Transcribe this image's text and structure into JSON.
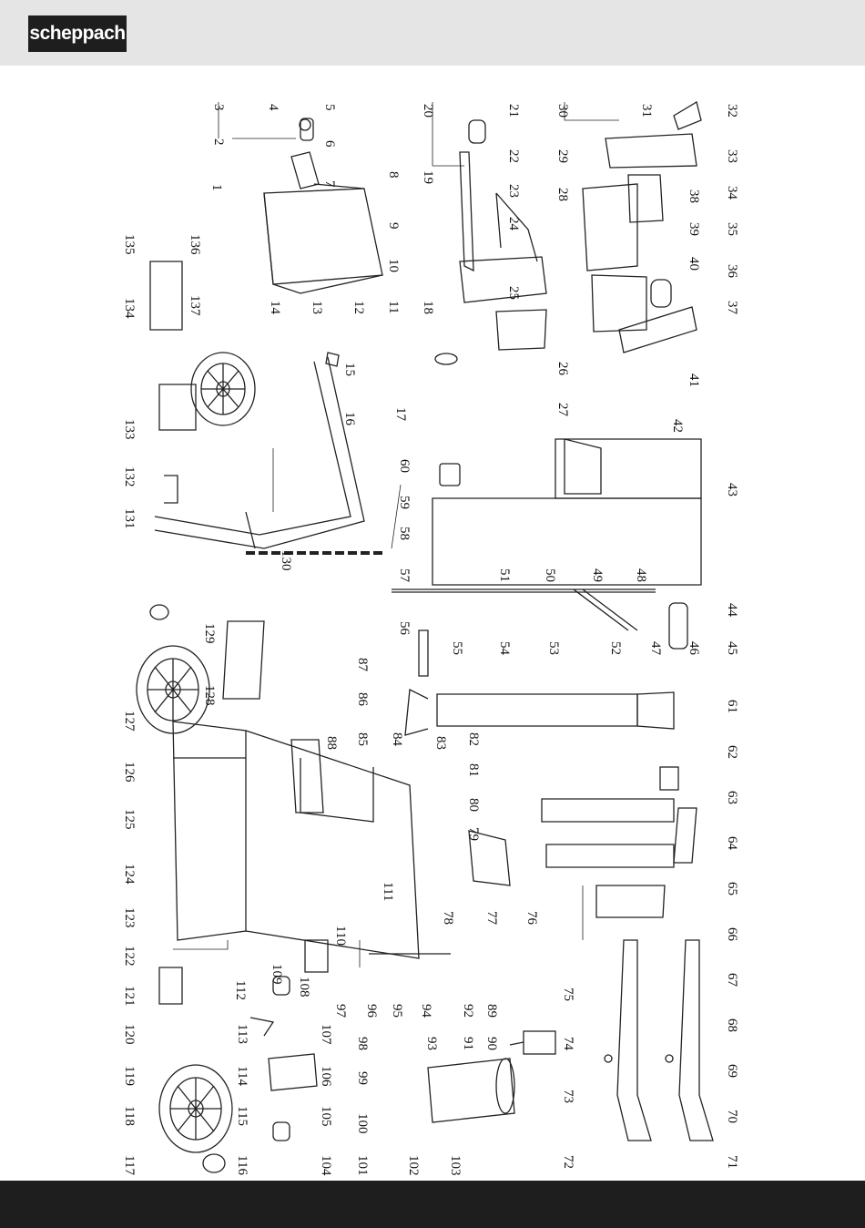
{
  "brand": {
    "logo_text": "scheppach",
    "header_color": "#e5e5e6",
    "footer_color": "#1e1e1e"
  },
  "part_numbers": [
    "1",
    "2",
    "3",
    "4",
    "5",
    "6",
    "7",
    "8",
    "9",
    "10",
    "11",
    "12",
    "13",
    "14",
    "15",
    "16",
    "17",
    "18",
    "19",
    "20",
    "21",
    "22",
    "23",
    "24",
    "25",
    "26",
    "27",
    "28",
    "29",
    "30",
    "31",
    "32",
    "33",
    "34",
    "35",
    "36",
    "37",
    "38",
    "39",
    "40",
    "41",
    "42",
    "43",
    "44",
    "45",
    "46",
    "47",
    "48",
    "49",
    "50",
    "51",
    "52",
    "53",
    "54",
    "55",
    "56",
    "57",
    "58",
    "59",
    "60",
    "61",
    "62",
    "63",
    "64",
    "65",
    "66",
    "67",
    "68",
    "69",
    "70",
    "71",
    "72",
    "73",
    "74",
    "75",
    "76",
    "77",
    "78",
    "79",
    "80",
    "81",
    "82",
    "83",
    "84",
    "85",
    "86",
    "87",
    "88",
    "89",
    "90",
    "91",
    "92",
    "93",
    "94",
    "95",
    "96",
    "97",
    "98",
    "99",
    "100",
    "101",
    "102",
    "103",
    "104",
    "105",
    "106",
    "107",
    "108",
    "109",
    "110",
    "111",
    "112",
    "113",
    "114",
    "115",
    "116",
    "117",
    "118",
    "119",
    "120",
    "121",
    "122",
    "123",
    "124",
    "125",
    "126",
    "127",
    "128",
    "129",
    "130",
    "131",
    "132",
    "133",
    "134",
    "135",
    "136",
    "137"
  ]
}
